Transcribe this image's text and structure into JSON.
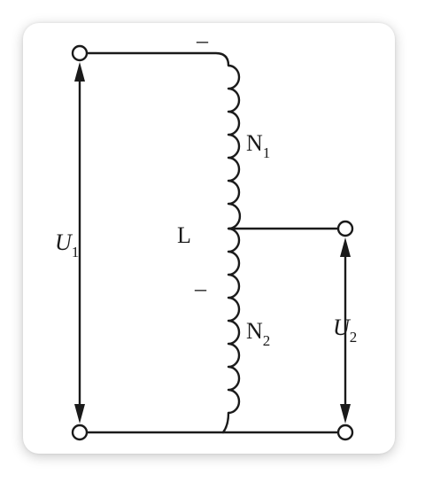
{
  "labels": {
    "u1": "U",
    "u1_sub": "1",
    "u2": "U",
    "u2_sub": "2",
    "n1": "N",
    "n1_sub": "1",
    "n2": "N",
    "n2_sub": "2",
    "l": "L",
    "polarity_top": "–",
    "polarity_mid": "–"
  },
  "icons": {
    "terminal": "terminal-icon",
    "arrow": "arrow-icon",
    "coil": "inductor-coil-icon"
  }
}
